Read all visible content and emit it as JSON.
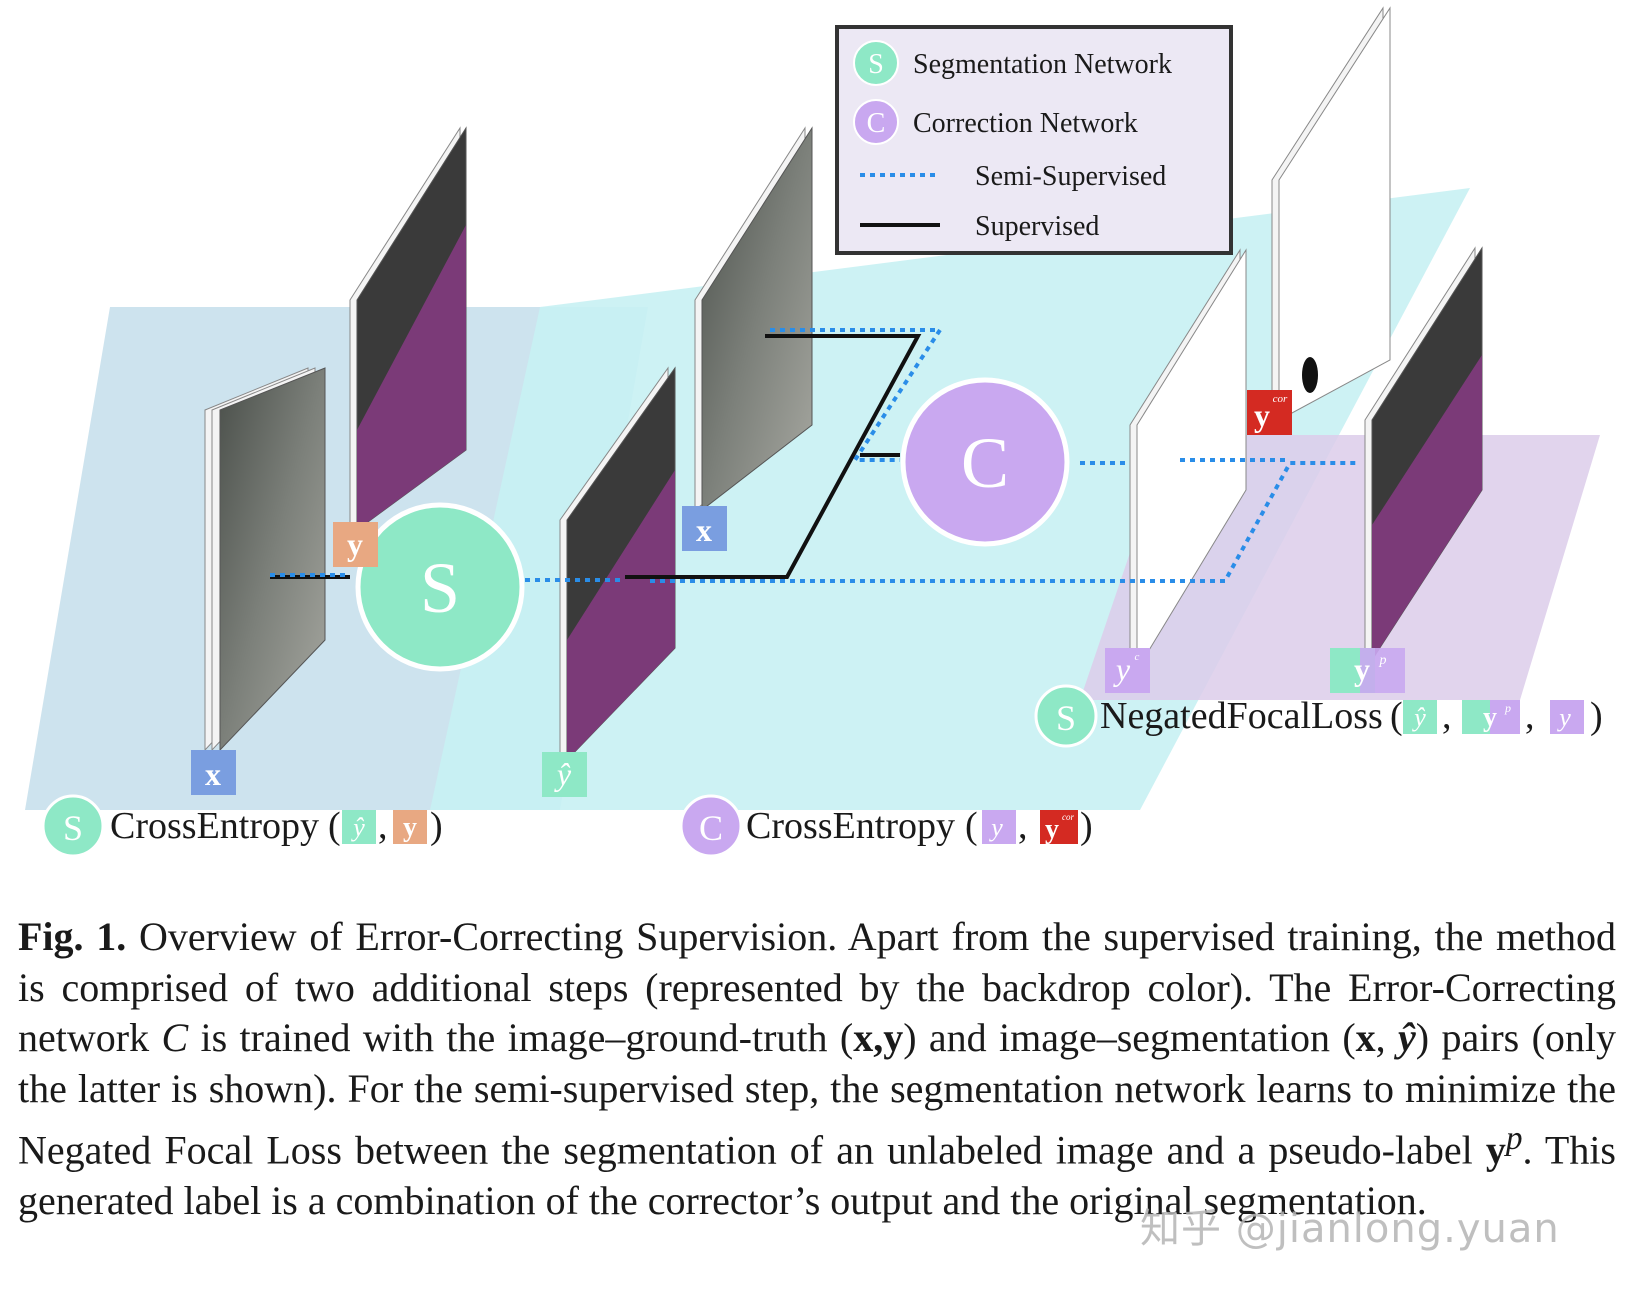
{
  "legend": {
    "segmentation_symbol": "S",
    "segmentation_label": "Segmentation Network",
    "correction_symbol": "C",
    "correction_label": "Correction Network",
    "semi_supervised_label": "Semi-Supervised",
    "supervised_label": "Supervised"
  },
  "nodes": {
    "segmentation_letter": "S",
    "correction_letter": "C"
  },
  "tags": {
    "x": "x",
    "y": "y",
    "y_hat": "ŷ",
    "y_c": "y",
    "y_c_sup": "c",
    "y_p": "y",
    "y_p_sup": "p",
    "y_cor": "y",
    "y_cor_sup": "cor"
  },
  "losses": {
    "seg_ce": {
      "badge": "S",
      "name": "CrossEntropy",
      "open": "(",
      "sep": ",",
      "close": ")"
    },
    "cor_ce": {
      "badge": "C",
      "name": "CrossEntropy",
      "open": "(",
      "sep": ",",
      "close": ")"
    },
    "nfl": {
      "badge": "S",
      "name": "NegatedFocalLoss",
      "open": "(",
      "sep1": ",",
      "sep2": ",",
      "close": ")"
    }
  },
  "caption": {
    "label": "Fig. 1.",
    "text_1": " Overview of Error-Correcting Supervision. Apart from the supervised training, the method is comprised of two additional steps (represented by the backdrop color). The Error-Correcting network ",
    "C": "C",
    "text_2": " is trained with the image–ground-truth (",
    "xy": "x,y",
    "text_3": ") and image–segmentation (",
    "x": "x",
    "comma": ", ",
    "yhat": "ŷ",
    "text_4": ") pairs (only the latter is shown). For the semi-supervised step, the segmentation network learns to minimize the Negated Focal Loss between the segmentation of an unlabeled image and a pseudo-label ",
    "yp": "y",
    "yp_sup": "p",
    "text_5": ". This generated label is a combination of the corrector’s output and the original segmentation."
  },
  "watermark": "知乎 @jianlong.yuan",
  "colors": {
    "seg_green": "#8ee8c6",
    "cor_purple": "#c9a8f0",
    "semi_blue": "#2a8de8",
    "backdrop_blue": "#cde3ee",
    "backdrop_cyan": "#c8f1f3",
    "backdrop_purple": "#dccdea",
    "tag_blue": "#7a9ee0",
    "tag_orange": "#e8a882",
    "tag_red": "#d42a22",
    "seg_map_purple": "#7b3a78"
  }
}
